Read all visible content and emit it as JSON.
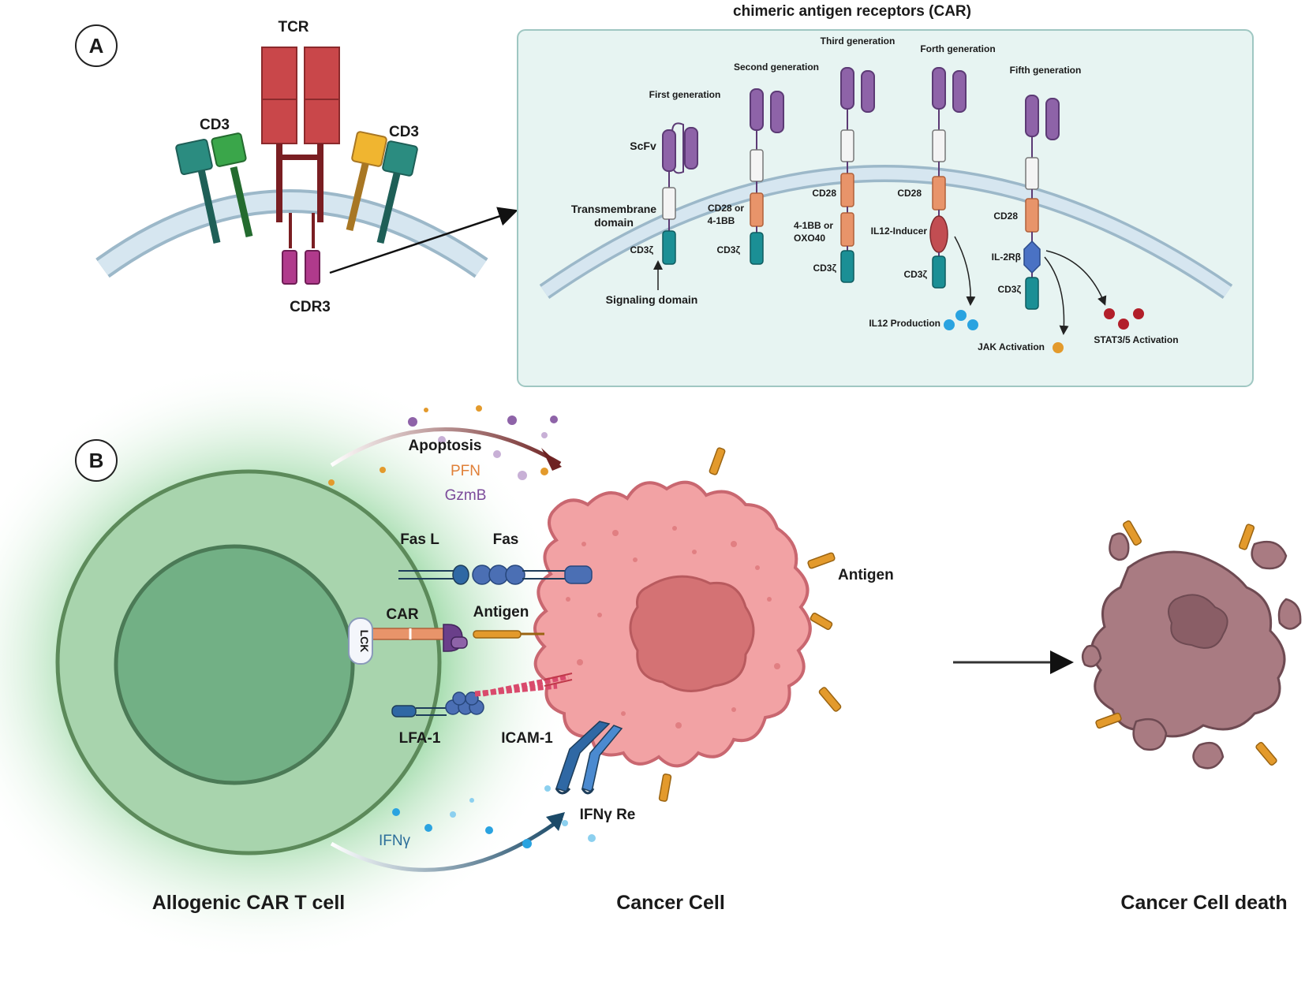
{
  "panel_a": {
    "letter": "A",
    "tcr_label": "TCR",
    "cd3_left": "CD3",
    "cd3_right": "CD3",
    "cdr3_label": "CDR3",
    "car_title": "chimeric antigen receptors (CAR)",
    "generations": {
      "first": "First generation",
      "second": "Second generation",
      "third": "Third generation",
      "fourth": "Forth generation",
      "fifth": "Fifth generation"
    },
    "labels": {
      "scfv": "ScFv",
      "transmembrane_1": "Transmembrane",
      "transmembrane_2": "domain",
      "cd3z": "CD3ζ",
      "signaling": "Signaling domain",
      "cd28_or_1": "CD28 or",
      "cd28_or_2": "4-1BB",
      "cd28": "CD28",
      "bb_or_1": "4-1BB or",
      "bb_or_2": "OXO40",
      "il12_inducer": "IL12-Inducer",
      "il12_production": "IL12 Production",
      "il2rb": "IL-2Rβ",
      "jak": "JAK Activation",
      "stat": "STAT3/5 Activation"
    }
  },
  "panel_b": {
    "letter": "B",
    "apoptosis": "Apoptosis",
    "pfn": "PFN",
    "gzmb": "GzmB",
    "fasl": "Fas L",
    "fas": "Fas",
    "car": "CAR",
    "antigen_inner": "Antigen",
    "antigen_outer": "Antigen",
    "lck": "LCK",
    "lfa1": "LFA-1",
    "icam1": "ICAM-1",
    "ifng": "IFNγ",
    "ifng_re": "IFNγ Re",
    "car_t_cell": "Allogenic CAR T cell",
    "cancer_cell": "Cancer Cell",
    "cancer_death": "Cancer Cell death"
  },
  "colors": {
    "tcr_red": "#c9474a",
    "cd3_teal": "#2b8c80",
    "cd3_green": "#3aa64a",
    "cd3_orange": "#f0b530",
    "cdr3_magenta": "#b03a8c",
    "scfv_purple": "#8e63a8",
    "costim_orange": "#e8946a",
    "cd3z_teal": "#1b8f95",
    "il12_red": "#c24d52",
    "il2rb_blue": "#4a72c4",
    "membrane_blue": "#c6dbe7",
    "panel_bg": "#e7f4f2",
    "tcell_green": "#8fc79f",
    "cancer_pink": "#f2a2a4",
    "dead_mauve": "#a97b82"
  }
}
